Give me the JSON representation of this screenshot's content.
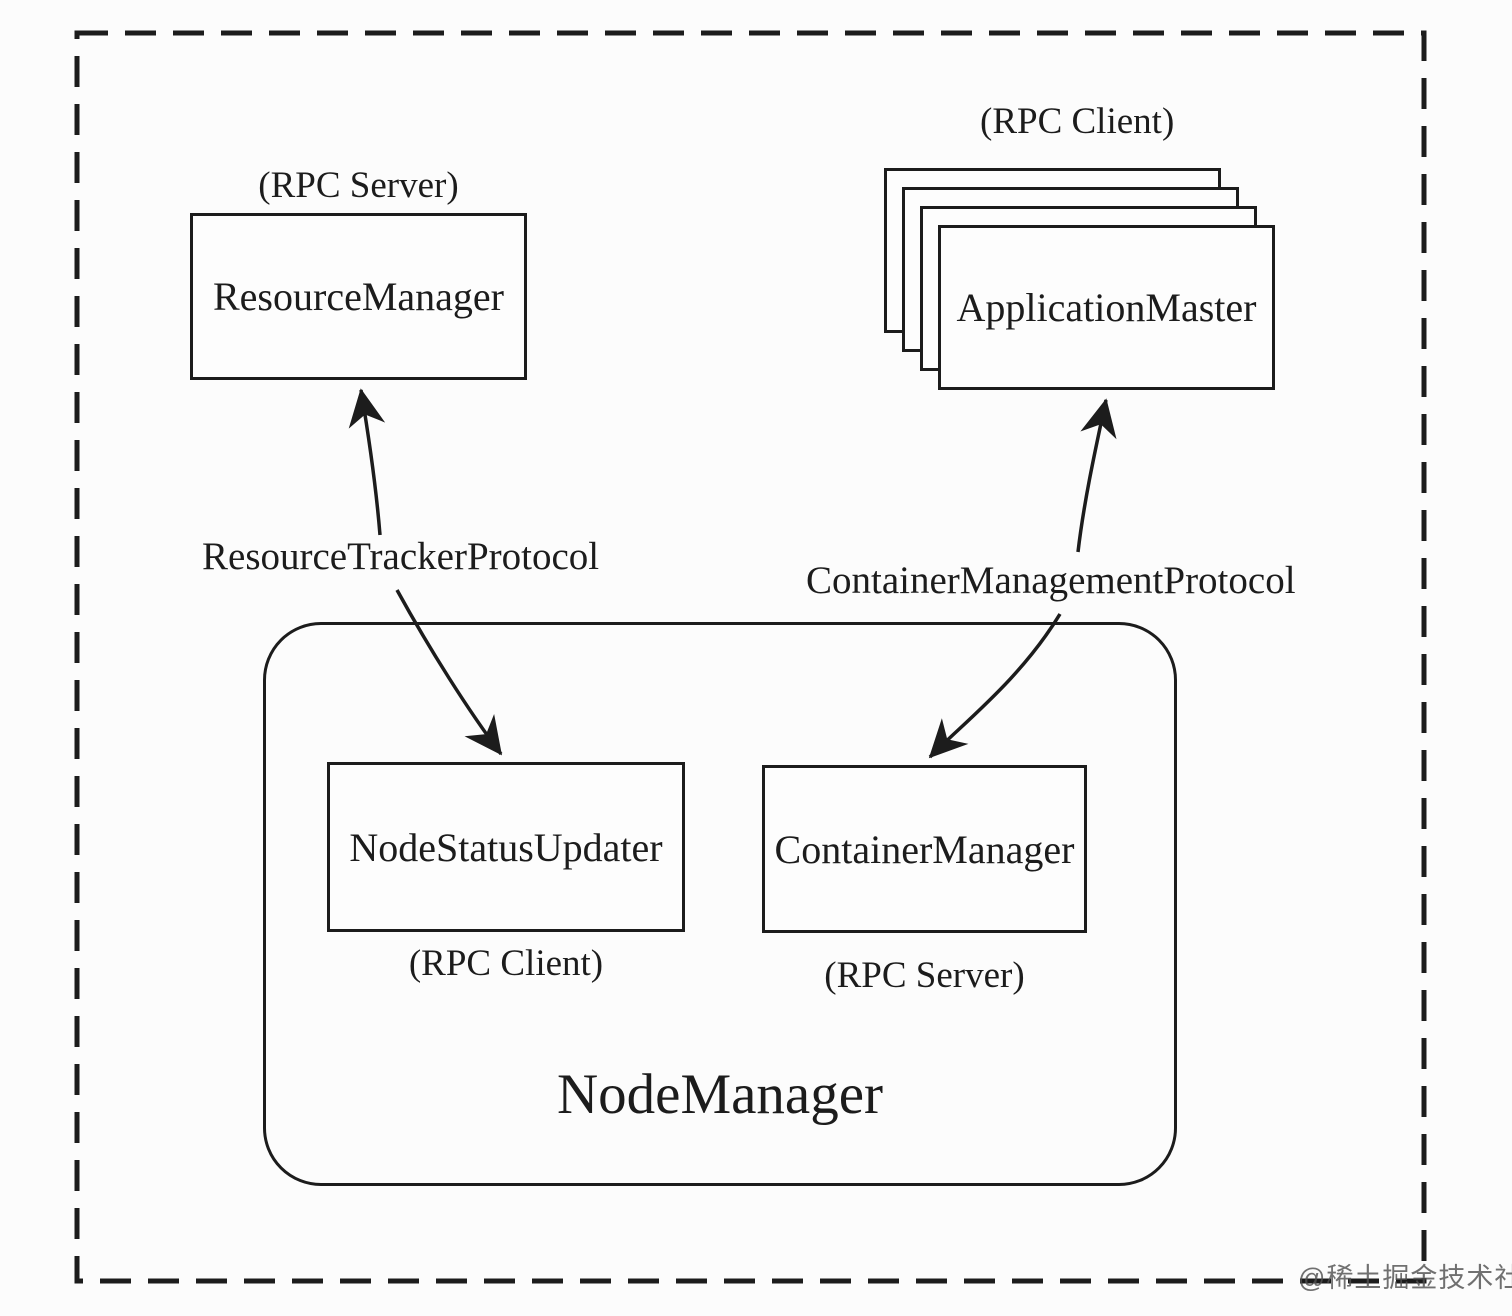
{
  "colors": {
    "ink": "#1c1c1c",
    "paper": "#fcfcfc",
    "watermark_gray": "#505050"
  },
  "boxes": {
    "resource_manager": {
      "label": "ResourceManager",
      "annotation": "(RPC Server)"
    },
    "application_master": {
      "label": "ApplicationMaster",
      "annotation": "(RPC Client)",
      "stack_count": 4
    },
    "node_status_updater": {
      "label": "NodeStatusUpdater",
      "annotation": "(RPC Client)"
    },
    "container_manager": {
      "label": "ContainerManager",
      "annotation": "(RPC Server)"
    },
    "node_manager": {
      "label": "NodeManager"
    }
  },
  "connections": {
    "resource_tracker": {
      "label": "ResourceTrackerProtocol"
    },
    "container_management": {
      "label": "ContainerManagementProtocol"
    }
  },
  "watermark": {
    "text": "@稀土掘金技术社区"
  }
}
